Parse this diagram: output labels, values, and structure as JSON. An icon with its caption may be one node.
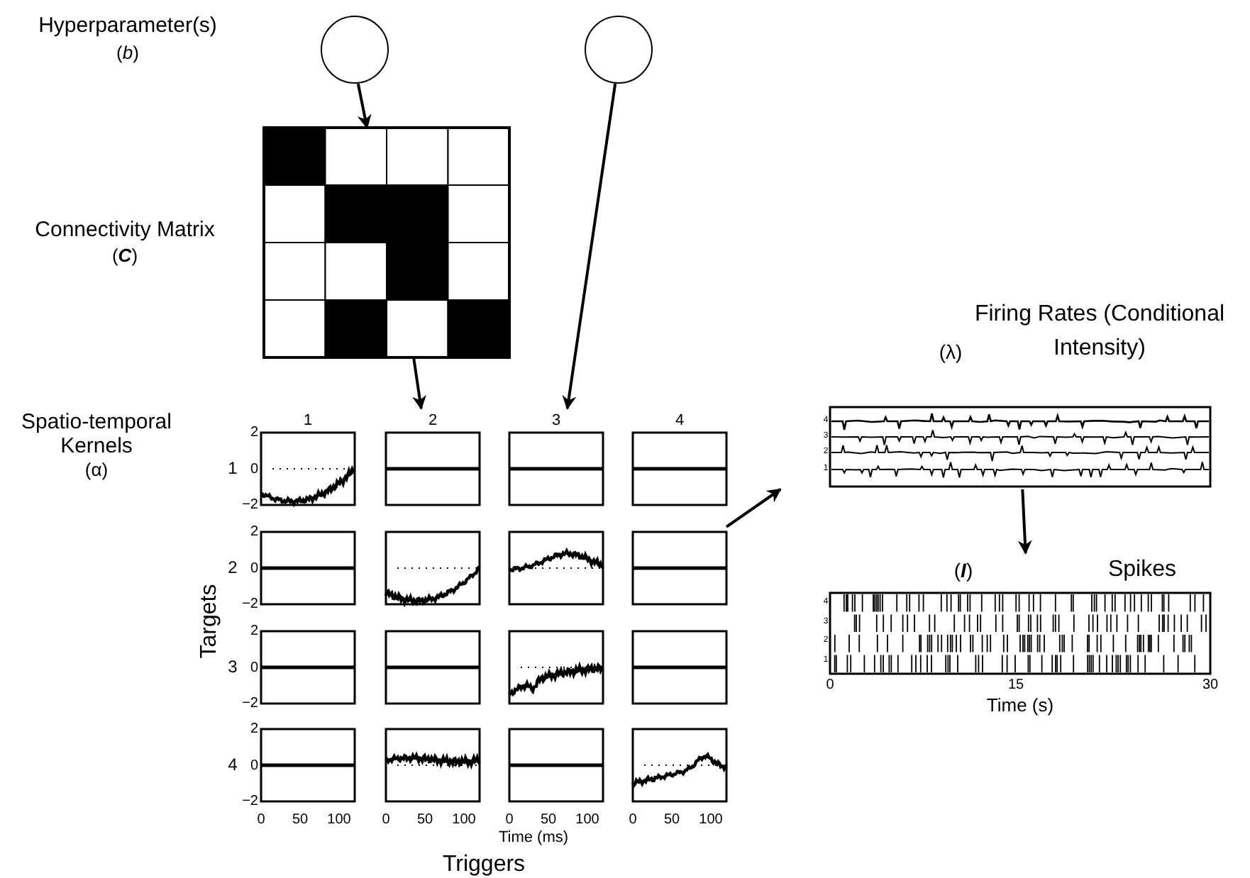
{
  "diagram": {
    "nodes": [
      {
        "text": [],
        "shape": "circle"
      },
      {
        "text": [],
        "shape": "circle"
      },
      {
        "text": [],
        "shape": "picture"
      },
      {
        "text": [],
        "shape": "picture"
      },
      {
        "text": [
          "(λ)",
          "Firing Rates (Conditional Intensity)"
        ]
      },
      {
        "text": [
          "(**I**)",
          "Spikes"
        ]
      }
    ],
    "edges": [
      {
        "from": 0,
        "to": 2,
        "arrow": "to"
      },
      {
        "from": 2,
        "to": 3,
        "arrow": "to"
      },
      {
        "from": 1,
        "to": 3,
        "arrow": "to"
      },
      {
        "from": 3,
        "to": 4,
        "arrow": "to"
      },
      {
        "from": 4,
        "to": 5,
        "arrow": "to"
      }
    ],
    "labels": [
      "Hyperparameter(s)",
      "(*b*)",
      "Connectivity Matrix",
      "(**C**)",
      "Spatio-temporal Kernels",
      "(α)",
      "1",
      "2",
      "3",
      "4",
      "2",
      "1",
      "0",
      "−2",
      "2",
      "2",
      "0",
      "−2",
      "2",
      "3",
      "0",
      "−2",
      "2",
      "4",
      "0",
      "−2",
      "Targets",
      "0",
      "50",
      "100",
      "0",
      "50",
      "100",
      "0",
      "50",
      "100",
      "0",
      "50",
      "100",
      "Time (ms)",
      "Triggers",
      "4",
      "3",
      "2",
      "1",
      "4",
      "3",
      "2",
      "1",
      "0",
      "15",
      "30",
      "Time (s)"
    ]
  }
}
